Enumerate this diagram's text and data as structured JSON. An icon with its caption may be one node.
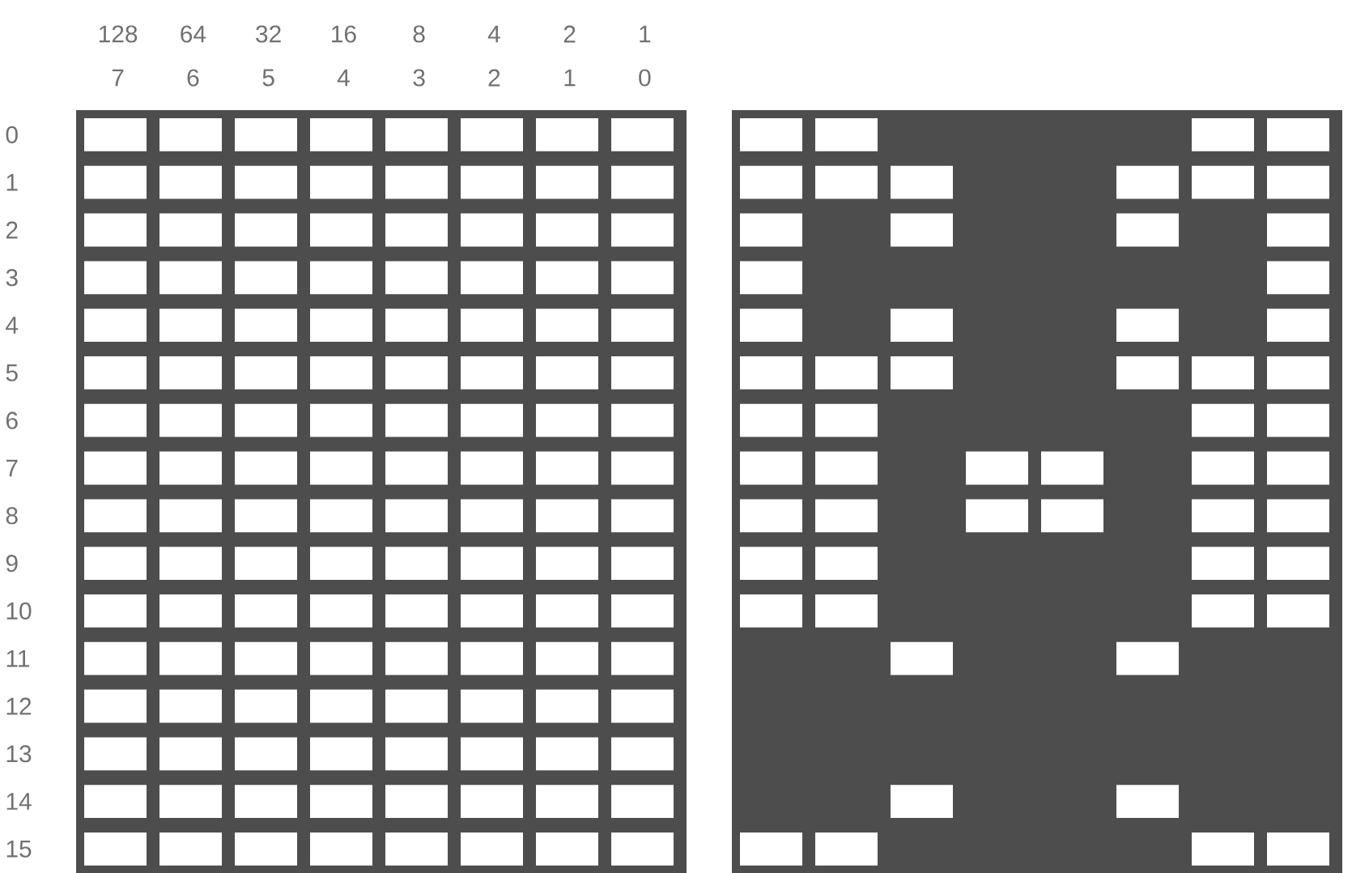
{
  "diagram": {
    "labels": [
      "128",
      "64",
      "32",
      "16",
      "8",
      "4",
      "2",
      "1",
      "7",
      "6",
      "5",
      "4",
      "3",
      "2",
      "1",
      "0",
      "0",
      "1",
      "2",
      "3",
      "4",
      "5",
      "6",
      "7",
      "8",
      "9",
      "10",
      "11",
      "12",
      "13",
      "14",
      "15"
    ]
  }
}
